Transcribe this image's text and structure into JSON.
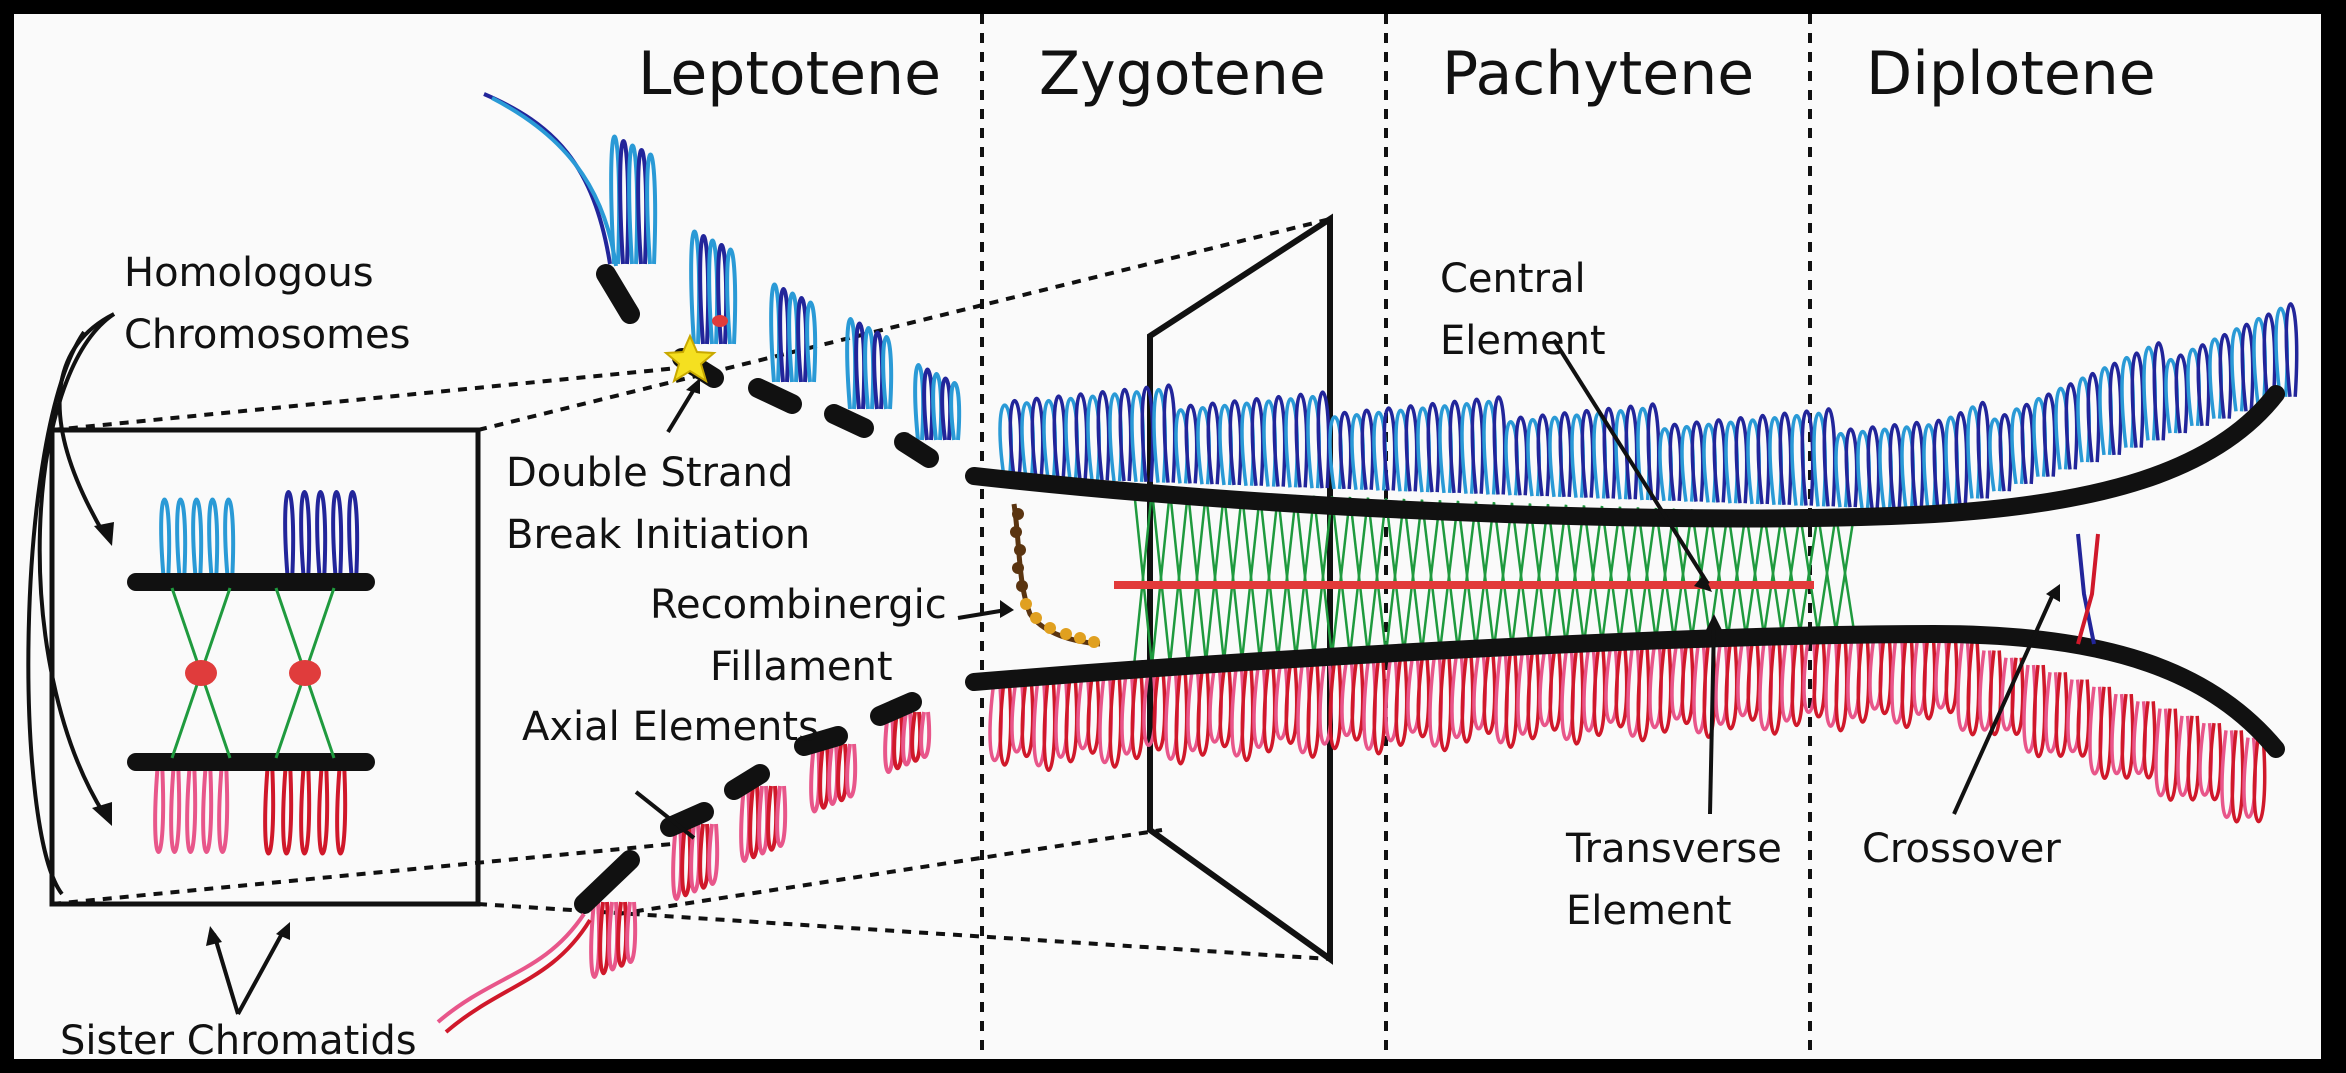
{
  "stages": [
    "Leptotene",
    "Zygotene",
    "Pachytene",
    "Diplotene"
  ],
  "labels": {
    "homologous_1": "Homologous",
    "homologous_2": "Chromosomes",
    "dsb_1": "Double Strand",
    "dsb_2": "Break Initiation",
    "recomb_1": "Recombinergic",
    "recomb_2": "Fillament",
    "axial": "Axial Elements",
    "sister": "Sister Chromatids",
    "central_1": "Central",
    "central_2": "Element",
    "transverse_1": "Transverse",
    "transverse_2": "Element",
    "crossover": "Crossover"
  },
  "colors": {
    "light_blue": "#2a9ad6",
    "dark_blue": "#22259a",
    "pink": "#e8568a",
    "red": "#d0182a",
    "axis": "#111111",
    "transverse_green": "#1f9a3e",
    "central_red": "#e23a3a",
    "centromere_red": "#e03c3c",
    "filament_brown": "#5a3410",
    "filament_orange": "#e0a020",
    "dsb_star": "#f5e020"
  }
}
